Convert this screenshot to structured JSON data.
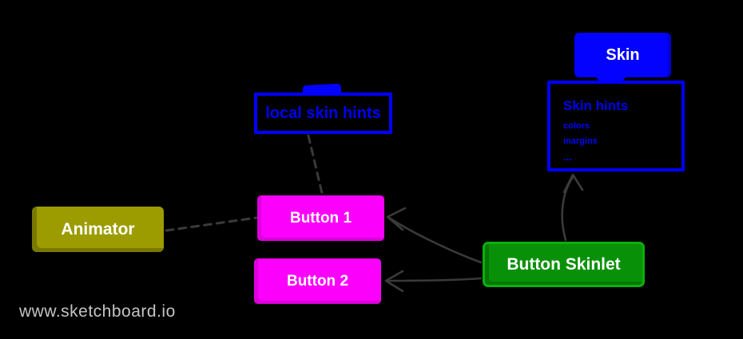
{
  "watermark": {
    "text": "www.sketchboard.io",
    "color": "#c4c4c4"
  },
  "edge_style": {
    "color": "#3a3a3a"
  },
  "nodes": {
    "skin": {
      "label": "Skin",
      "fill": "#0202fe",
      "text_color": "#ffffff"
    },
    "skin_hints": {
      "title": "Skin hints",
      "items": [
        "colors",
        "margins",
        "..."
      ],
      "border": "#0000fb",
      "text_color": "#0202fa"
    },
    "local_skin_hints": {
      "label": "local skin hints",
      "border": "#0000fb",
      "text_color": "#0000f0"
    },
    "animator": {
      "label": "Animator",
      "fill": "#9c9c00",
      "text_color": "#ffffff"
    },
    "button_1": {
      "label": "Button 1",
      "fill": "#fb00fb",
      "text_color": "#ffffff"
    },
    "button_2": {
      "label": "Button 2",
      "fill": "#fb00fb",
      "text_color": "#ffffff"
    },
    "button_skinlet": {
      "label": "Button Skinlet",
      "fill": "#089108",
      "border": "#0bb00b",
      "text_color": "#ffffff"
    }
  },
  "edges": [
    {
      "from": "button_skinlet",
      "to": "skin_hints",
      "style": "solid",
      "arrowhead": "open",
      "direction": "up"
    },
    {
      "from": "button_skinlet",
      "to": "button_1",
      "style": "solid",
      "arrowhead": "open",
      "direction": "left-up"
    },
    {
      "from": "button_skinlet",
      "to": "button_2",
      "style": "solid",
      "arrowhead": "open",
      "direction": "left"
    },
    {
      "from": "animator",
      "to": "button_1",
      "style": "dashed",
      "arrowhead": "none"
    },
    {
      "from": "local_skin_hints",
      "to": "button_1",
      "style": "dashed",
      "arrowhead": "none"
    }
  ]
}
